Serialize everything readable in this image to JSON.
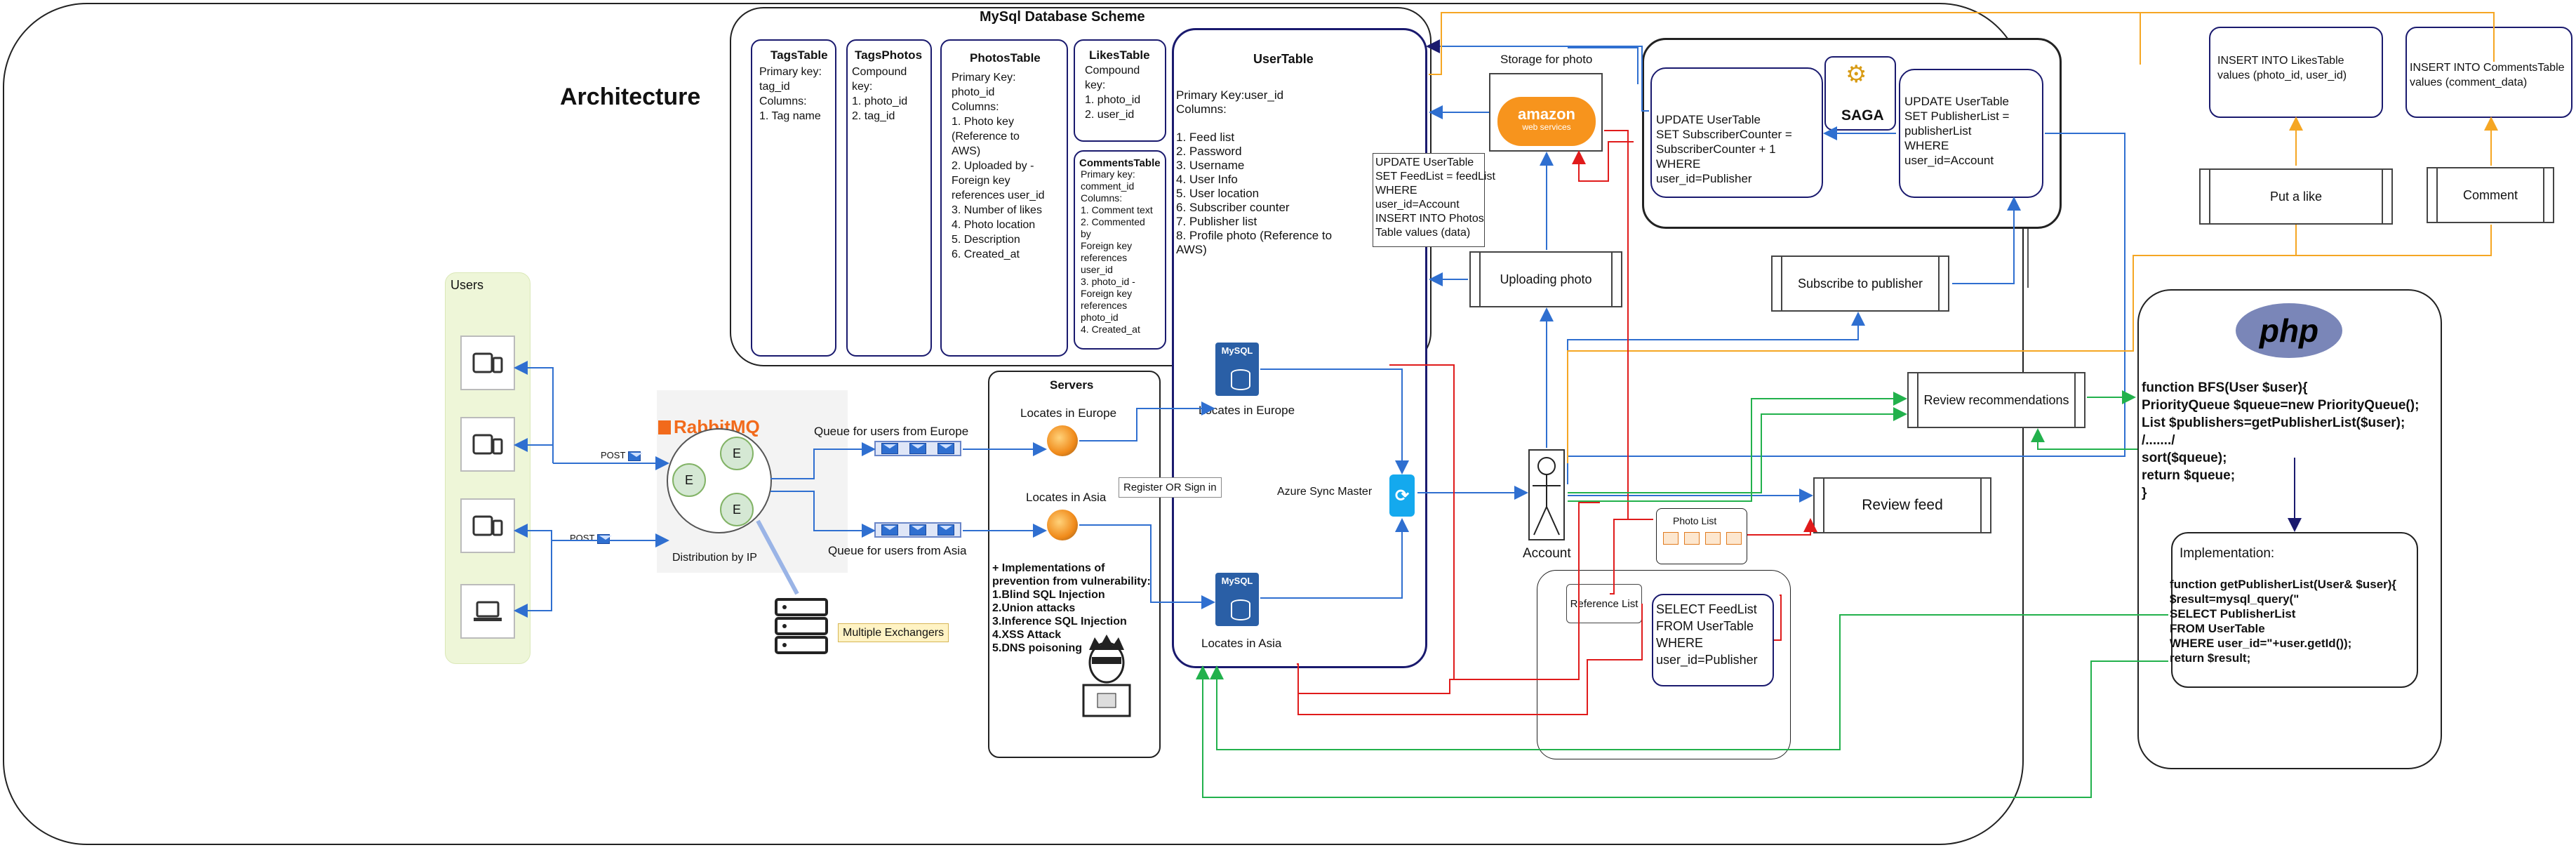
{
  "architecture_label": "Architecture",
  "mysql_scheme": {
    "title": "MySql Database Scheme",
    "tags_table": {
      "title": "TagsTable",
      "body": "Primary key:\ntag_id\nColumns:\n1. Tag name"
    },
    "tags_photos": {
      "title": "TagsPhotos",
      "body": "Compound\nkey:\n1. photo_id\n2. tag_id"
    },
    "photos_table": {
      "title": "PhotosTable",
      "body": "Primary Key:\nphoto_id\nColumns:\n1. Photo key\n(Reference to\nAWS)\n2. Uploaded by -\nForeign key\nreferences user_id\n3. Number of likes\n4. Photo location\n5. Description\n6. Created_at"
    },
    "likes_table": {
      "title": "LikesTable",
      "body": "Compound\nkey:\n1. photo_id\n2. user_id"
    },
    "comments_table": {
      "title": "CommentsTable",
      "body": "Primary key:\ncomment_id\nColumns:\n1. Comment text\n2. Commented\nby\n Foreign key\nreferences\nuser_id\n3. photo_id -\nForeign key\nreferences\nphoto_id\n4. Created_at"
    },
    "user_table": {
      "title": "UserTable",
      "body": "Primary Key:user_id\nColumns:\n\n 1. Feed list\n 2. Password\n 3. Username\n 4. User Info\n 5. User location\n 6. Subscriber counter\n 7. Publisher list\n 8. Profile photo (Reference to\n     AWS)"
    }
  },
  "users_label": "Users",
  "rabbitmq": {
    "logo": "RabbitMQ",
    "exchange": "E",
    "distribution": "Distribution by IP",
    "queue_europe": "Queue for users from Europe",
    "queue_asia": "Queue for users from Asia",
    "post_1": "POST",
    "post_2": "POST",
    "multiple_exchangers": "Multiple Exchangers"
  },
  "servers": {
    "title": "Servers",
    "europe": "Locates in Europe",
    "asia": "Locates in Asia",
    "vulnerabilities": "+ Implementations of\nprevention from vulnerability:\n1.Blind SQL Injection\n2.Union attacks\n3.Inference SQL Injection\n4.XSS Attack\n5.DNS poisoning"
  },
  "db_europe": {
    "label": "Locates in Europe",
    "icon_text": "MySQL"
  },
  "db_asia": {
    "label": "Locates in Asia",
    "icon_text": "MySQL"
  },
  "register_sign_in": "Register OR Sign in",
  "azure_sync": "Azure Sync Master",
  "account_label": "Account",
  "storage": {
    "label": "Storage for photo",
    "brand": "amazon",
    "brand_sub": "web services"
  },
  "update_feed_note": "UPDATE UserTable\nSET FeedList = feedList\nWHERE\nuser_id=Account\nINSERT INTO Photos\nTable values (data)",
  "uploading_photo": "Uploading photo",
  "saga": {
    "label": "SAGA",
    "left_query": "UPDATE UserTable\nSET SubscriberCounter =\nSubscriberCounter + 1\nWHERE\nuser_id=Publisher",
    "right_query": "UPDATE UserTable\nSET PublisherList =\npublisherList\nWHERE\nuser_id=Account"
  },
  "subscribe_to_publisher": "Subscribe to publisher",
  "review_recommendations": "Review recommendations",
  "review_feed": "Review feed",
  "photo_list": "Photo List",
  "reference_list": "Reference List",
  "select_feedlist": "SELECT FeedList\nFROM UserTable\nWHERE\nuser_id=Publisher",
  "insert_likes": "INSERT INTO LikesTable\nvalues (photo_id, user_id)",
  "insert_comments": "INSERT INTO CommentsTable\nvalues (comment_data)",
  "put_a_like": "Put a like",
  "comment": "Comment",
  "php": {
    "logo": "php",
    "bfs_code": "function BFS(User $user){\nPriorityQueue $queue=new PriorityQueue();\nList $publishers=getPublisherList($user);\n/......./\nsort($queue);\nreturn $queue;\n}",
    "impl_title": "Implementation:",
    "impl_code": " function getPublisherList(User& $user){\n$result=mysql_query(\"\nSELECT PublisherList\nFROM UserTable\nWHERE user_id=\"+user.getId());\nreturn $result;"
  },
  "colors": {
    "blue": "#2f6fd0",
    "red": "#e01b1b",
    "green": "#22b14c",
    "orange": "#f5a623",
    "navy": "#1a1a6e",
    "users_bg": "#eef6d8"
  }
}
